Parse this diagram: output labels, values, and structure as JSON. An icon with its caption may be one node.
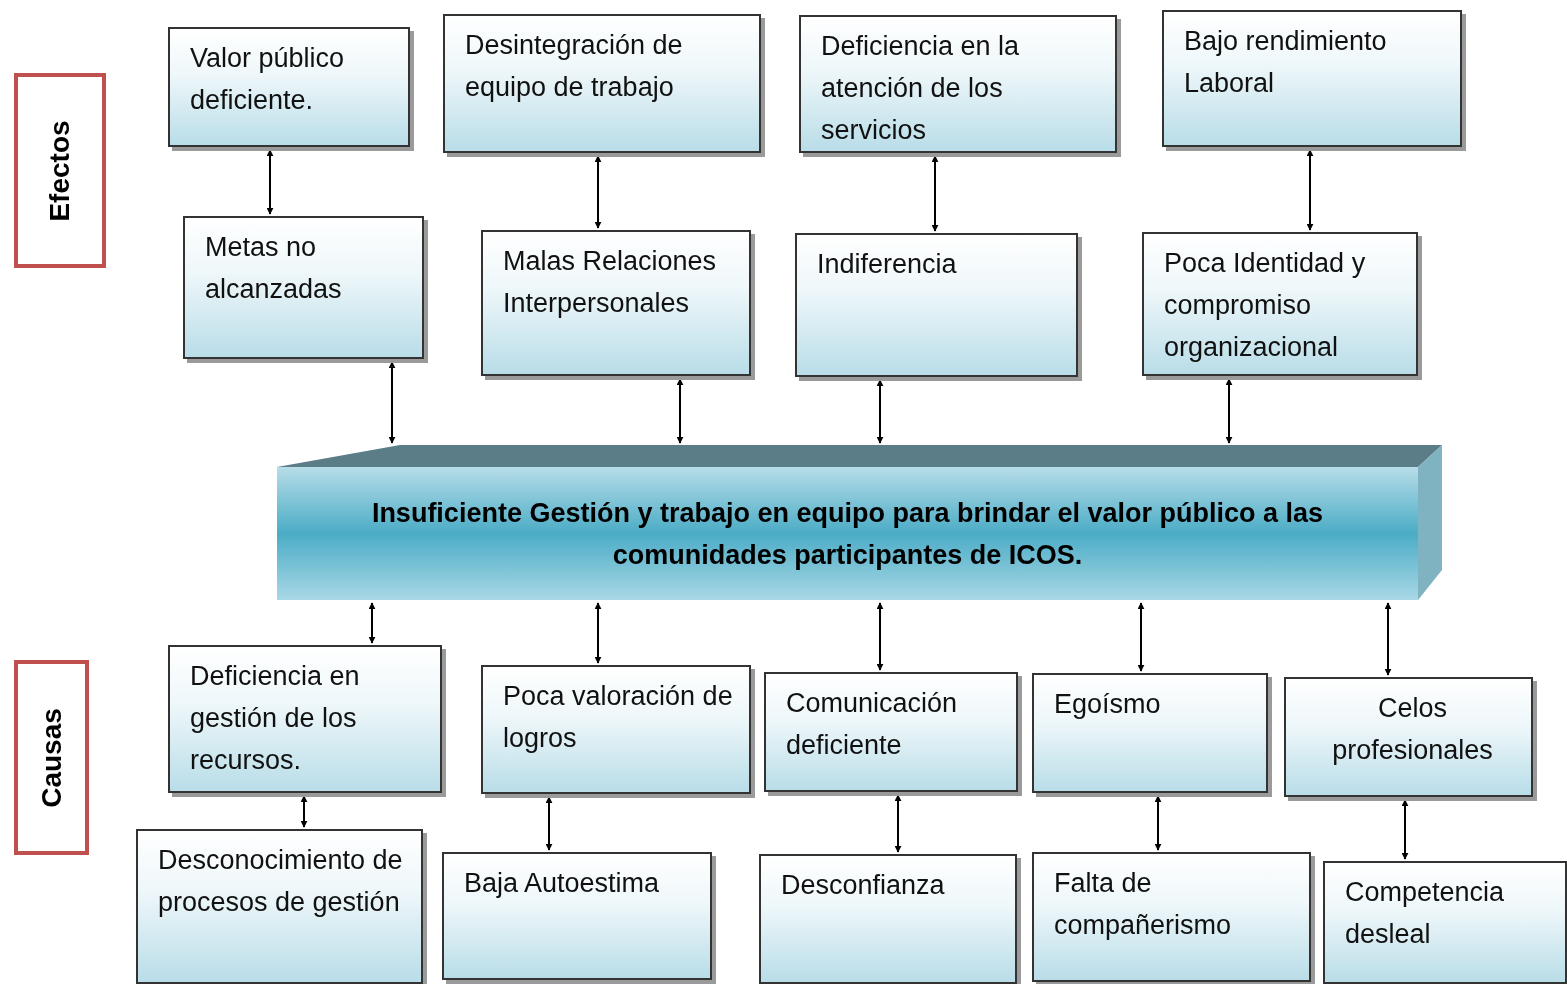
{
  "diagram": {
    "nodes": [
      {
        "text": [
          "Efectos"
        ]
      },
      {
        "text": [
          "Causas"
        ]
      },
      {
        "text": [
          "Valor público deficiente."
        ]
      },
      {
        "text": [
          "Desintegración de equipo de trabajo"
        ]
      },
      {
        "text": [
          "Deficiencia en la atención de los servicios"
        ]
      },
      {
        "text": [
          "Bajo rendimiento Laboral"
        ]
      },
      {
        "text": [
          "Metas no alcanzadas"
        ]
      },
      {
        "text": [
          "Malas Relaciones Interpersonales"
        ]
      },
      {
        "text": [
          "Indiferencia"
        ]
      },
      {
        "text": [
          "Poca Identidad y compromiso organizacional"
        ]
      },
      {
        "text": [
          "Insuficiente Gestión y trabajo en equipo para brindar  el valor público a las comunidades participantes de ICOS."
        ]
      },
      {
        "text": [
          "Deficiencia en gestión de los recursos."
        ]
      },
      {
        "text": [
          "Poca valoración de logros"
        ]
      },
      {
        "text": [
          "Comunicación deficiente"
        ]
      },
      {
        "text": [
          "Egoísmo"
        ]
      },
      {
        "text": [
          "Celos profesionales"
        ]
      },
      {
        "text": [
          "Desconocimiento de procesos de gestión"
        ]
      },
      {
        "text": [
          "Baja Autoestima"
        ]
      },
      {
        "text": [
          "Desconfianza"
        ]
      },
      {
        "text": [
          "Falta de compañerismo"
        ]
      },
      {
        "text": [
          "Competencia desleal"
        ]
      }
    ],
    "edges": [
      {
        "from": 2,
        "to": 6,
        "arrow": "both"
      },
      {
        "from": 3,
        "to": 7,
        "arrow": "both"
      },
      {
        "from": 4,
        "to": 8,
        "arrow": "both"
      },
      {
        "from": 5,
        "to": 9,
        "arrow": "both"
      },
      {
        "from": 6,
        "to": 10,
        "arrow": "both"
      },
      {
        "from": 7,
        "to": 10,
        "arrow": "both"
      },
      {
        "from": 8,
        "to": 10,
        "arrow": "both"
      },
      {
        "from": 9,
        "to": 10,
        "arrow": "both"
      },
      {
        "from": 10,
        "to": 11,
        "arrow": "both"
      },
      {
        "from": 10,
        "to": 12,
        "arrow": "both"
      },
      {
        "from": 10,
        "to": 13,
        "arrow": "both"
      },
      {
        "from": 10,
        "to": 14,
        "arrow": "both"
      },
      {
        "from": 10,
        "to": 15,
        "arrow": "both"
      },
      {
        "from": 11,
        "to": 16,
        "arrow": "both"
      },
      {
        "from": 12,
        "to": 17,
        "arrow": "both"
      },
      {
        "from": 13,
        "to": 18,
        "arrow": "both"
      },
      {
        "from": 14,
        "to": 19,
        "arrow": "both"
      },
      {
        "from": 15,
        "to": 20,
        "arrow": "both"
      }
    ]
  }
}
